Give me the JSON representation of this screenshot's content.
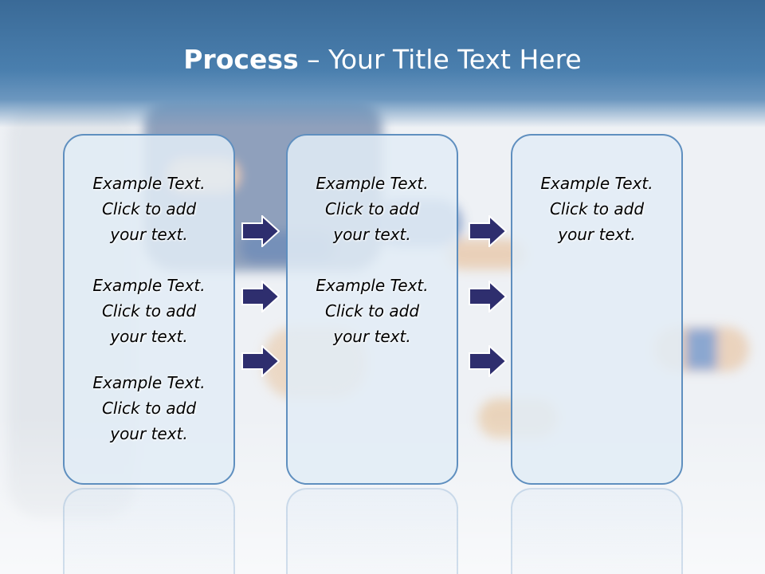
{
  "title": {
    "bold": "Process",
    "rest": " – Your Title Text Here"
  },
  "columns": [
    {
      "items": [
        {
          "lines": [
            "Example Text.",
            "Click  to add",
            "your text."
          ]
        },
        {
          "lines": [
            "Example Text.",
            "Click  to add",
            "your text."
          ]
        },
        {
          "lines": [
            "Example Text.",
            "Click  to add",
            "your text."
          ]
        }
      ]
    },
    {
      "items": [
        {
          "lines": [
            "Example Text.",
            "Click  to add",
            "your text."
          ]
        },
        {
          "lines": [
            "Example Text.",
            "Click  to add",
            "your text."
          ]
        }
      ]
    },
    {
      "items": [
        {
          "lines": [
            "Example Text.",
            "Click  to add",
            "your text."
          ]
        }
      ]
    }
  ],
  "colors": {
    "header": "#3a6a97",
    "box_border": "#5f8fbf",
    "box_fill": "#e2ecf6",
    "arrow": "#2e2e6e"
  }
}
